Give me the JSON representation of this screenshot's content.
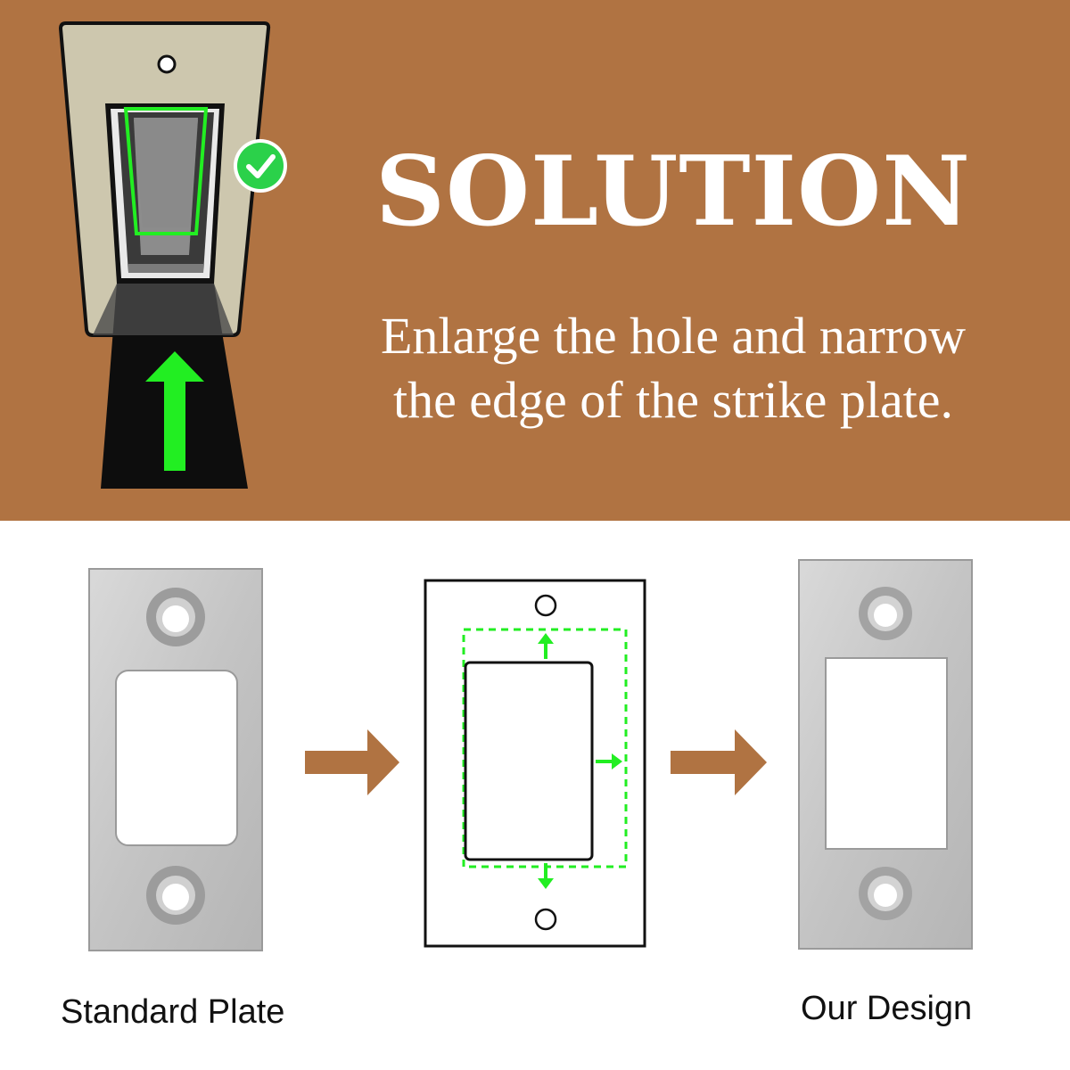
{
  "banner": {
    "headline": "SOLUTION",
    "subtitle_line1": "Enlarge the hole and narrow",
    "subtitle_line2": "the edge of the strike plate.",
    "background_color": "#b07342",
    "text_color": "#ffffff"
  },
  "comparison": {
    "left_caption": "Standard Plate",
    "right_caption": "Our Design",
    "arrow_color": "#b07342",
    "highlight_color": "#22ee22"
  },
  "icons": {
    "check": "check-circle-icon",
    "up_arrow": "up-arrow-icon",
    "right_arrow": "right-arrow-icon"
  }
}
